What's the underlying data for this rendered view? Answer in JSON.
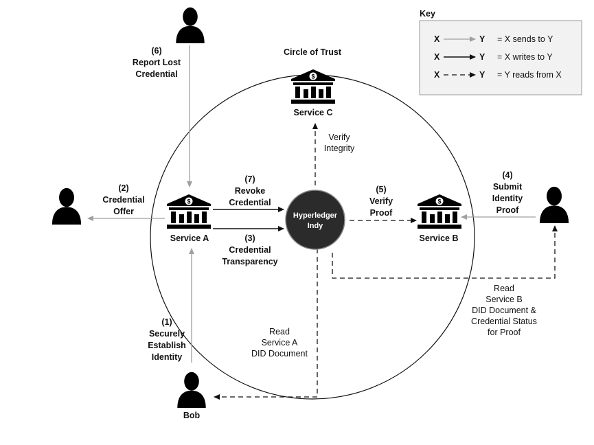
{
  "circle_title": "Circle of Trust",
  "hub": {
    "line1": "Hyperledger",
    "line2": "Indy"
  },
  "services": {
    "a": "Service A",
    "b": "Service B",
    "c": "Service C"
  },
  "people": {
    "bob": "Bob"
  },
  "steps": {
    "s1": {
      "num": "(1)",
      "l1": "Securely",
      "l2": "Establish",
      "l3": "Identity"
    },
    "s2": {
      "num": "(2)",
      "l1": "Credential",
      "l2": "Offer"
    },
    "s3": {
      "num": "(3)",
      "l1": "Credential",
      "l2": "Transparency"
    },
    "s4": {
      "num": "(4)",
      "l1": "Submit",
      "l2": "Identity",
      "l3": "Proof"
    },
    "s5": {
      "num": "(5)",
      "l1": "Verify",
      "l2": "Proof"
    },
    "s6": {
      "num": "(6)",
      "l1": "Report Lost",
      "l2": "Credential"
    },
    "s7": {
      "num": "(7)",
      "l1": "Revoke",
      "l2": "Credential"
    }
  },
  "reads": {
    "integrity": {
      "l1": "Verify",
      "l2": "Integrity"
    },
    "service_a": {
      "l1": "Read",
      "l2": "Service A",
      "l3": "DID Document"
    },
    "service_b": {
      "l1": "Read",
      "l2": "Service B",
      "l3": "DID Document &",
      "l4": "Credential Status",
      "l5": "for Proof"
    }
  },
  "key": {
    "title": "Key",
    "x": "X",
    "y": "Y",
    "sends": "= X sends to Y",
    "writes": "= X writes to Y",
    "reads": "= Y reads from X"
  },
  "colors": {
    "send_arrow": "#a0a0a0",
    "write_arrow": "#111111",
    "hub_fill": "#2b2b2b",
    "key_bg": "#f2f2f2"
  },
  "icons": {
    "person": "person-icon",
    "bank": "bank-icon"
  }
}
